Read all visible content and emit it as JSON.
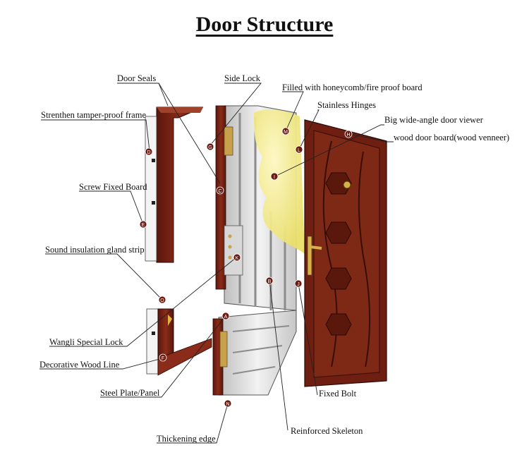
{
  "title": "Door Structure",
  "labels": {
    "door_seals": "Door Seals",
    "side_lock": "Side Lock",
    "filled_with": "Filled with honeycomb/fire proof board",
    "tamper_frame": "Strenthen tamper-proof frame",
    "stainless_hinges": "Stainless Hinges",
    "door_viewer": "Big wide-angle door viewer",
    "wood_board": "wood door board(wood venneer)",
    "screw_board": "Screw Fixed Board",
    "sound_strip": "Sound insulation gland strip",
    "wangli_lock": "Wangli Special Lock",
    "deco_line": "Decorative Wood Line",
    "steel_plate": "Steel Plate/Panel",
    "thickening_edge": "Thickening edge",
    "reinforced_skeleton": "Reinforced Skeleton",
    "fixed_bolt": "Fixed Bolt"
  },
  "markers": {
    "A": "A",
    "B": "B",
    "C": "C",
    "D": "D",
    "E": "E",
    "F": "F",
    "G": "G",
    "H": "H",
    "I": "I",
    "J": "J",
    "K": "K",
    "L": "L",
    "M": "M",
    "N": "N",
    "O": "O"
  },
  "colors": {
    "wood": "#7a2417",
    "wood_dark": "#4a120b",
    "wood_light": "#9b3a24",
    "steel": "#d9d9d9",
    "filling": "#f3ee9a",
    "marker_bg": "#6b1a10"
  }
}
